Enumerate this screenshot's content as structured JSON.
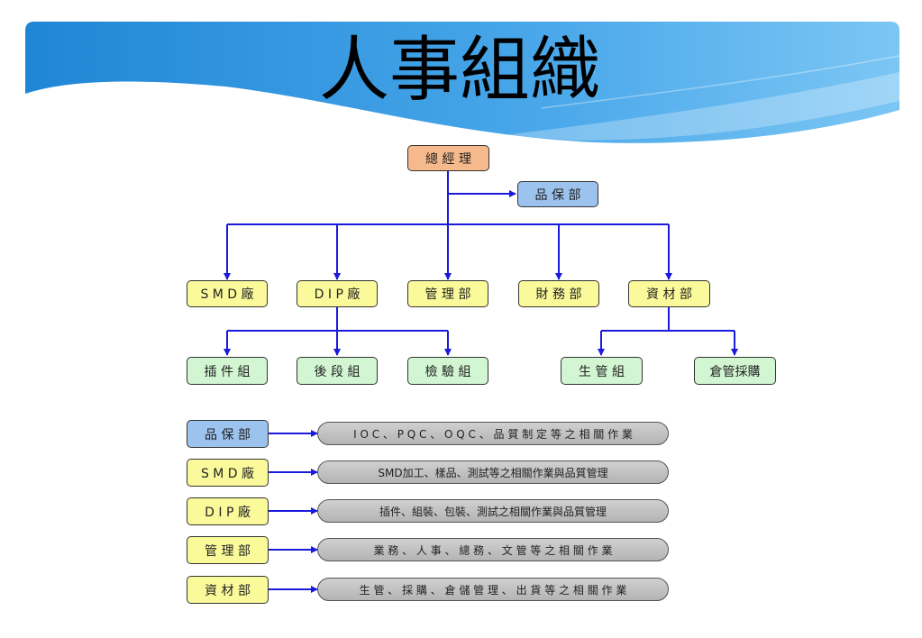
{
  "title": "人事組織",
  "org": {
    "ceo": "總 經 理",
    "qa_dept": "品 保 部",
    "departments": [
      "S M D 廠",
      "D I P 廠",
      "管 理 部",
      "財 務 部",
      "資 材 部"
    ],
    "dip_groups": [
      "插 件 組",
      "後 段 組",
      "檢 驗 組"
    ],
    "material_groups": [
      "生 管 組",
      "倉管採購"
    ]
  },
  "responsibilities": [
    {
      "dept": "品 保 部",
      "desc": "I O C 、 P Q C 、 O Q C 、 品 質 制 定 等 之 相 關 作 業"
    },
    {
      "dept": "S M D 廠",
      "desc": "SMD加工、樣品、測試等之相關作業與品質管理"
    },
    {
      "dept": "D I P 廠",
      "desc": "插件、組裝、包裝、測試之相關作業與品質管理"
    },
    {
      "dept": "管 理 部",
      "desc": "業 務 、 人 事 、 總 務 、 文 管 等 之 相 關 作 業"
    },
    {
      "dept": "資 材 部",
      "desc": "生 管 、 採 購 、 倉 儲 管 理 、 出 貨 等 之 相 關 作 業"
    }
  ],
  "colors": {
    "ceo": "#f5b98c",
    "qa": "#9cc2ee",
    "department": "#fafa9a",
    "group": "#d2f5d2",
    "connector": "#1a1adc",
    "banner": "#2e8fdc"
  }
}
